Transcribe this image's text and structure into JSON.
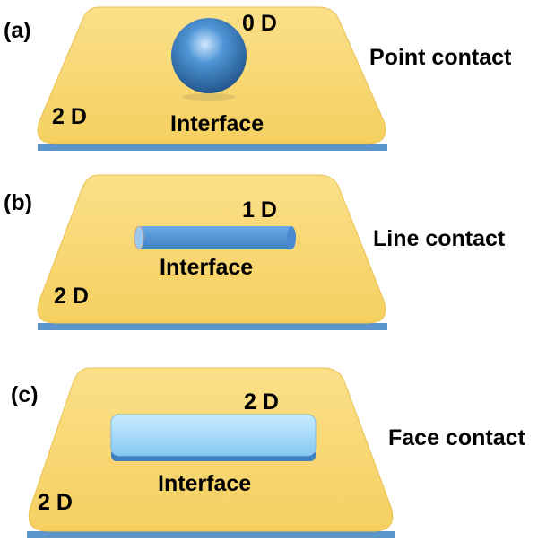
{
  "colors": {
    "plate": "#f7d870",
    "plate_edge": "#5b95c9",
    "object": "#4b8ed0"
  },
  "panels": [
    {
      "tag": "(a)",
      "object_dim": "0 D",
      "contact": "Point contact",
      "plate_dim": "2 D",
      "interface": "Interface"
    },
    {
      "tag": "(b)",
      "object_dim": "1 D",
      "contact": "Line contact",
      "plate_dim": "2 D",
      "interface": "Interface"
    },
    {
      "tag": "(c)",
      "object_dim": "2 D",
      "contact": "Face contact",
      "plate_dim": "2 D",
      "interface": "Interface"
    }
  ]
}
